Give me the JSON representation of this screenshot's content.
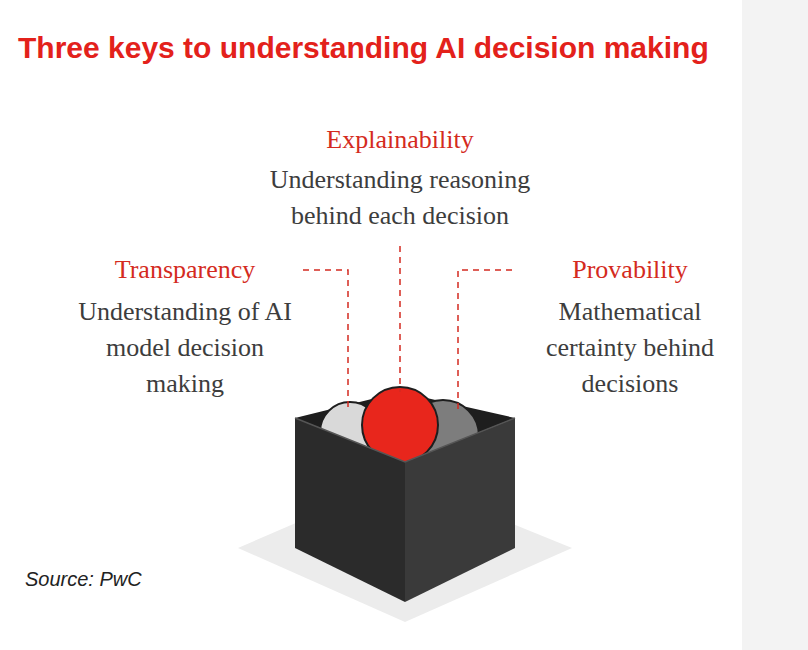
{
  "diagram": {
    "title": "Three keys to understanding AI decision making",
    "labels": [
      "Explainability",
      "Understanding reasoning behind each decision",
      "Transparency",
      "Understanding of AI model decision making",
      "Provability",
      "Mathematical certainty behind decisions",
      "Source: PwC"
    ]
  }
}
